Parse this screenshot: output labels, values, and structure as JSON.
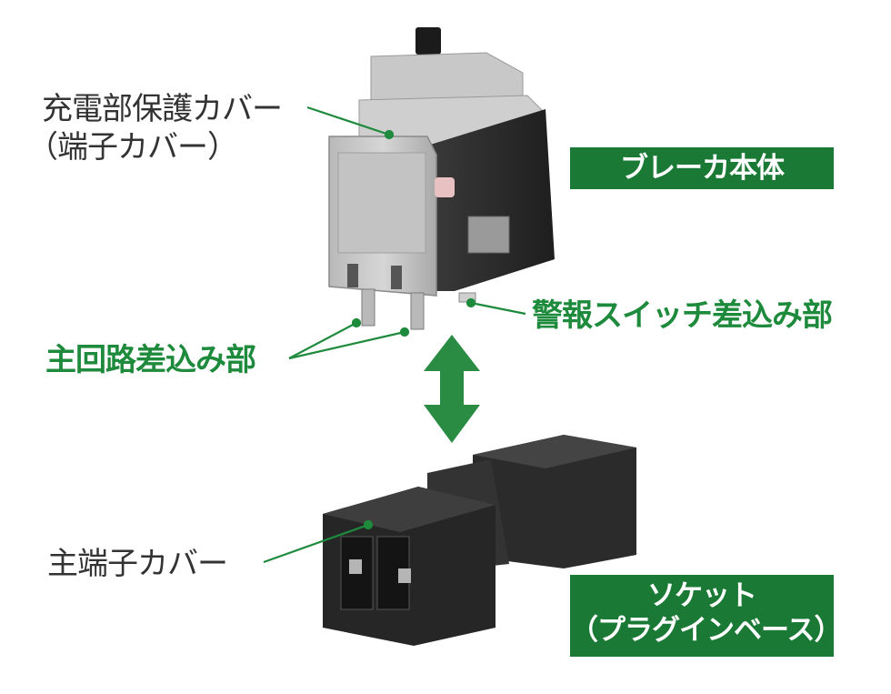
{
  "labels": {
    "terminal_cover_line1": "充電部保護カバー",
    "terminal_cover_line2": "（端子カバー）",
    "main_circuit": "主回路差込み部",
    "alarm_switch": "警報スイッチ差込み部",
    "main_terminal_cover": "主端子カバー"
  },
  "boxes": {
    "breaker_body": "ブレーカ本体",
    "socket_line1": "ソケット",
    "socket_line2": "（プラグインベース）"
  },
  "colors": {
    "accent_green": "#1a7a35",
    "label_green": "#1e8a3c",
    "text_dark": "#333333"
  }
}
